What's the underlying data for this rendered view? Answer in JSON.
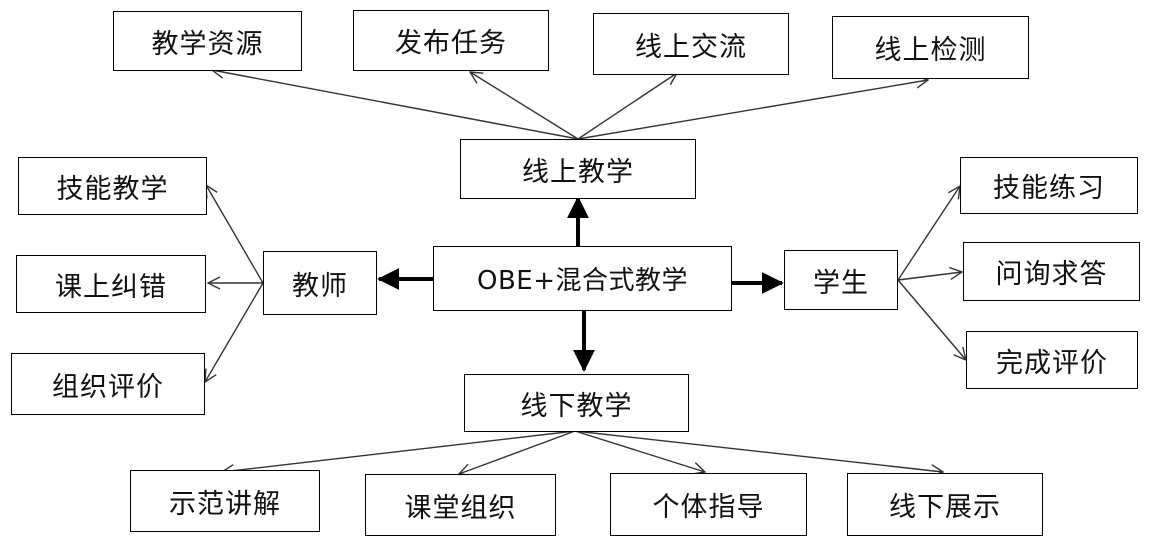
{
  "center": "OBE+混合式教学",
  "online": {
    "label": "线上教学",
    "children": [
      "教学资源",
      "发布任务",
      "线上交流",
      "线上检测"
    ]
  },
  "offline": {
    "label": "线下教学",
    "children": [
      "示范讲解",
      "课堂组织",
      "个体指导",
      "线下展示"
    ]
  },
  "teacher": {
    "label": "教师",
    "children": [
      "技能教学",
      "课上纠错",
      "组织评价"
    ]
  },
  "student": {
    "label": "学生",
    "children": [
      "技能练习",
      "问询求答",
      "完成评价"
    ]
  }
}
